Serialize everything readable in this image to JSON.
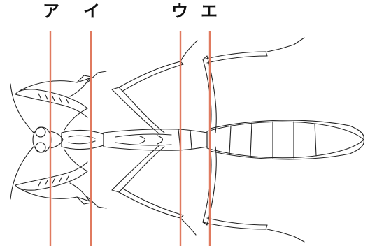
{
  "labels": {
    "a": "ア",
    "i": "イ",
    "u": "ウ",
    "e": "エ"
  },
  "colors": {
    "marker_line": "#e07a5f",
    "outline": "#222222"
  }
}
